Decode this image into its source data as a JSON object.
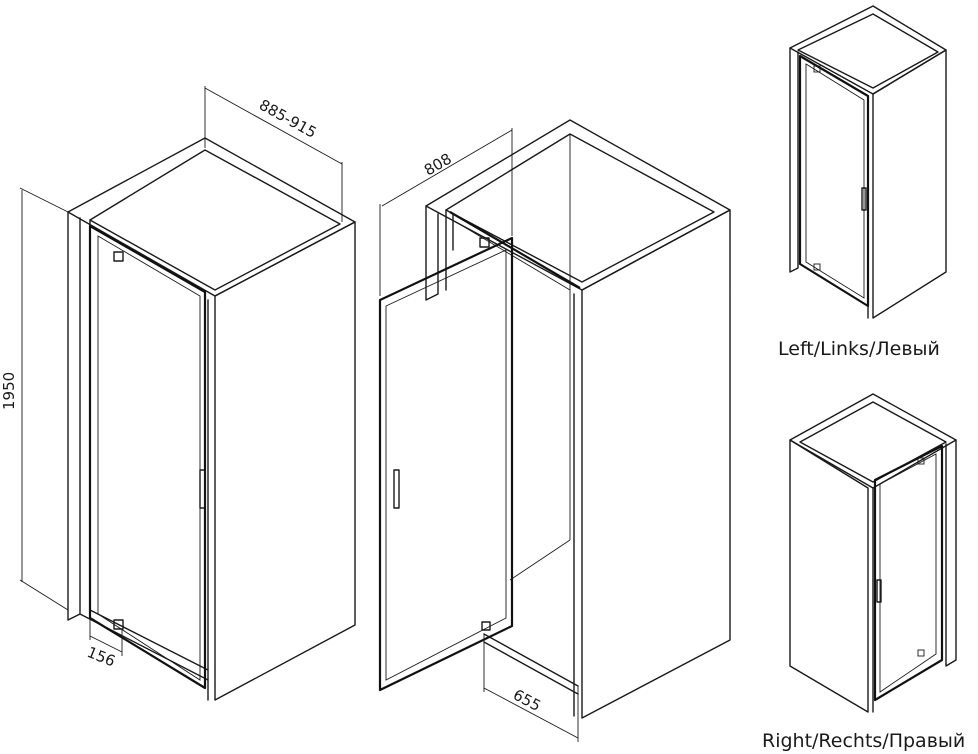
{
  "dimensions": {
    "width_range": "885-915",
    "height": "1950",
    "door_width": "808",
    "hinge_offset": "156",
    "opening": "655"
  },
  "captions": {
    "left": "Left/Links/Левый",
    "right": "Right/Rechts/Правый"
  },
  "colors": {
    "line": "#1a1a1a",
    "background": "#ffffff"
  }
}
